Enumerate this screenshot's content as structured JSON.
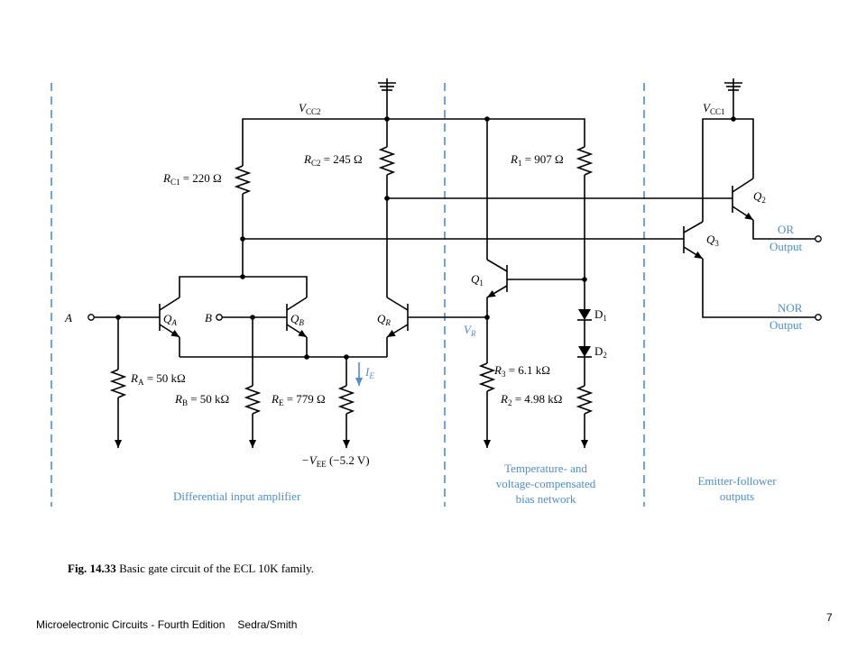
{
  "labels": {
    "vcc2": [
      "V",
      "CC2"
    ],
    "vcc1": [
      "V",
      "CC1"
    ],
    "rc1": [
      "R",
      "C1",
      " = 220 Ω"
    ],
    "rc2": [
      "R",
      "C2",
      " = 245 Ω"
    ],
    "r1": [
      "R",
      "1",
      " = 907 Ω"
    ],
    "ra": [
      "R",
      "A",
      " = 50 kΩ"
    ],
    "rb": [
      "R",
      "B",
      " = 50 kΩ"
    ],
    "re": [
      "R",
      "E",
      " = 779 Ω"
    ],
    "r3": [
      "R",
      "3",
      " = 6.1 kΩ"
    ],
    "r2": [
      "R",
      "2",
      " = 4.98 kΩ"
    ],
    "qa": [
      "Q",
      "A"
    ],
    "qb": [
      "Q",
      "B"
    ],
    "qr": [
      "Q",
      "R"
    ],
    "q1": [
      "Q",
      "1"
    ],
    "q2": [
      "Q",
      "2"
    ],
    "q3": [
      "Q",
      "3"
    ],
    "d1": [
      "D",
      "1"
    ],
    "d2": [
      "D",
      "2"
    ],
    "ie": [
      "I",
      "E"
    ],
    "vr": [
      "V",
      "R"
    ],
    "vee": [
      "−V",
      "EE",
      " (−5.2 V)"
    ],
    "input_a": "A",
    "input_b": "B",
    "or_output": [
      "OR",
      "Output"
    ],
    "nor_output": [
      "NOR",
      "Output"
    ]
  },
  "sections": {
    "differential": [
      "Differential input amplifier"
    ],
    "bias": [
      "Temperature- and",
      "voltage-compensated",
      "bias network"
    ],
    "emitter_follower": [
      "Emitter-follower",
      "outputs"
    ]
  },
  "caption": {
    "figure_number": "Fig. 14.33",
    "text": "Basic gate circuit of the ECL 10K family."
  },
  "footer": {
    "book": "Microelectronic Circuits - Fourth Edition",
    "authors": "Sedra/Smith",
    "page": "7"
  },
  "colors": {
    "annotation_blue": "#4a8fd0",
    "wire_black": "#000000"
  }
}
